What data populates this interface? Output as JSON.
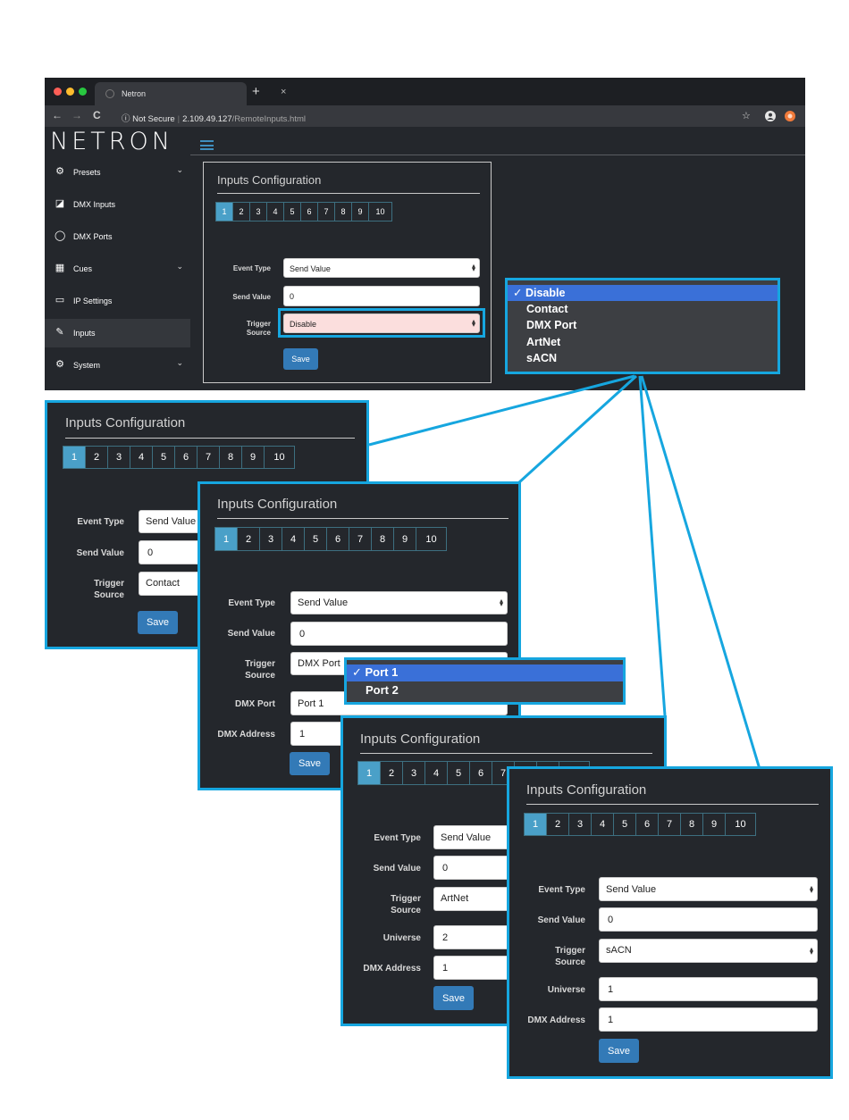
{
  "browser": {
    "tab_title": "Netron",
    "tab_close": "×",
    "tab_new": "+",
    "security": "ⓘ Not Secure",
    "url_sep": "|",
    "url_host": "2.109.49.127",
    "url_path": "/RemoteInputs.html",
    "nav_back": "←",
    "nav_forward": "→",
    "nav_reload": "C",
    "star": "☆"
  },
  "app": {
    "brand": "NETRON",
    "sidebar": [
      {
        "label": "Presets",
        "icon": "⚙",
        "chevron": "⌄"
      },
      {
        "label": "DMX Inputs",
        "icon": "◪",
        "chevron": ""
      },
      {
        "label": "DMX Ports",
        "icon": "◯",
        "chevron": ""
      },
      {
        "label": "Cues",
        "icon": "▦",
        "chevron": "⌄"
      },
      {
        "label": "IP Settings",
        "icon": "▭",
        "chevron": ""
      },
      {
        "label": "Inputs",
        "icon": "✎",
        "chevron": ""
      },
      {
        "label": "System",
        "icon": "⚙",
        "chevron": "⌄"
      }
    ]
  },
  "common": {
    "title": "Inputs Configuration",
    "pages": [
      "1",
      "2",
      "3",
      "4",
      "5",
      "6",
      "7",
      "8",
      "9",
      "10"
    ],
    "labels": {
      "event_type": "Event Type",
      "send_value": "Send Value",
      "trigger_l1": "Trigger",
      "trigger_l2": "Source",
      "dmx_port": "DMX Port",
      "dmx_address": "DMX Address",
      "universe": "Universe"
    },
    "save": "Save"
  },
  "main_form": {
    "event_type": "Send Value",
    "send_value": "0",
    "trigger": "Disable"
  },
  "contact_form": {
    "event_type": "Send Value",
    "send_value": "0",
    "trigger": "Contact"
  },
  "dmx_form": {
    "event_type": "Send Value",
    "send_value": "0",
    "trigger": "DMX Port",
    "dmx_port": "Port 1",
    "dmx_address": "1"
  },
  "artnet_form": {
    "event_type": "Send Value",
    "send_value": "0",
    "trigger": "ArtNet",
    "universe": "2",
    "dmx_address": "1"
  },
  "sacn_form": {
    "event_type": "Send Value",
    "send_value": "0",
    "trigger": "sACN",
    "universe": "1",
    "dmx_address": "1"
  },
  "trigger_dropdown": [
    "✓ Disable",
    "Contact",
    "DMX Port",
    "ArtNet",
    "sACN"
  ],
  "port_dropdown": [
    "✓ Port 1",
    "Port 2"
  ],
  "colors": {
    "accent": "#16a6df",
    "page_active": "#4aa0c8",
    "save": "#337ab7",
    "panel_bg": "#24272c",
    "dropdown_selected": "#3a70d8"
  }
}
